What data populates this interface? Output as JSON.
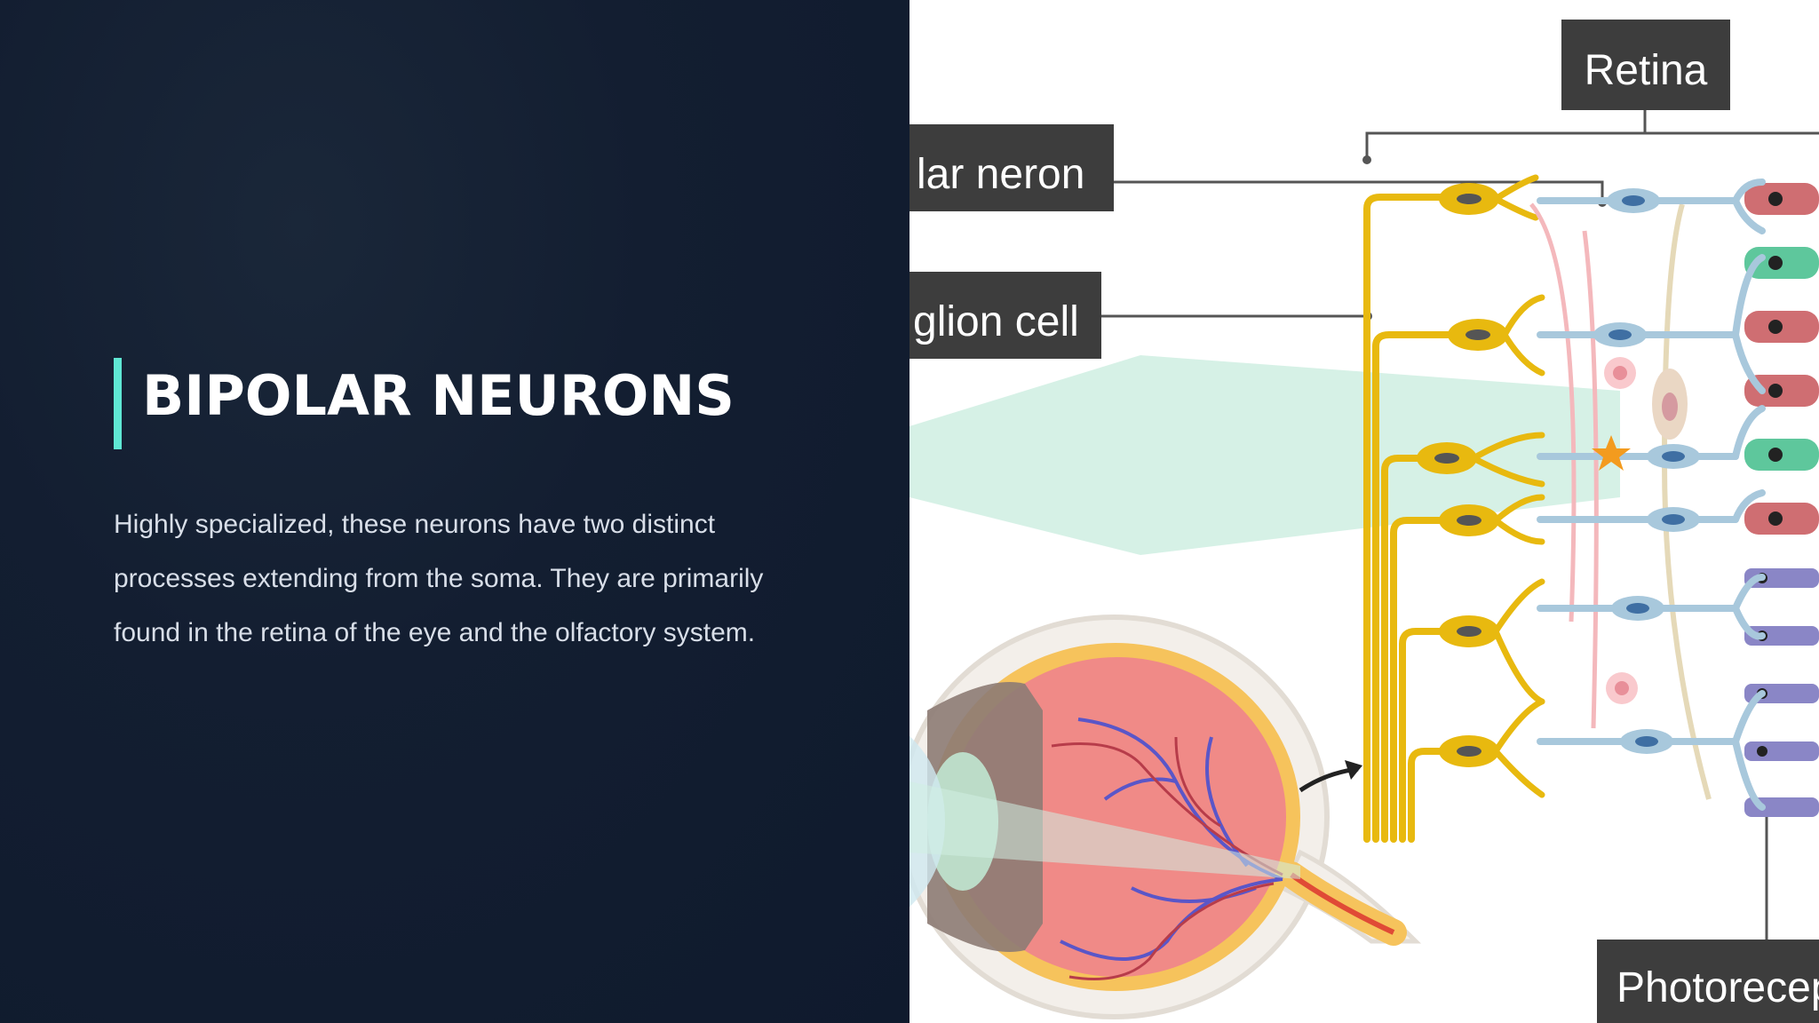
{
  "slide": {
    "title": "BIPOLAR NEURONS",
    "description": "Highly specialized, these neurons have two distinct processes extending from the soma. They are primarily found in the retina of the eye and the olfactory system."
  },
  "diagram": {
    "labels": {
      "retina": "Retina",
      "bipolar": "lar neron",
      "ganglion": "glion cell",
      "photoreceptor": "Photorecep"
    },
    "colors": {
      "accent": "#5fe7d3",
      "label_bg": "#3d3d3d",
      "axon_yellow": "#e8b90f",
      "bipolar_blue": "#a8c8dc",
      "rod_purple": "#8a86c6",
      "cone_red": "#cf6e72",
      "cone_green": "#5ec79c",
      "light_beam": "#cfeee2"
    }
  }
}
